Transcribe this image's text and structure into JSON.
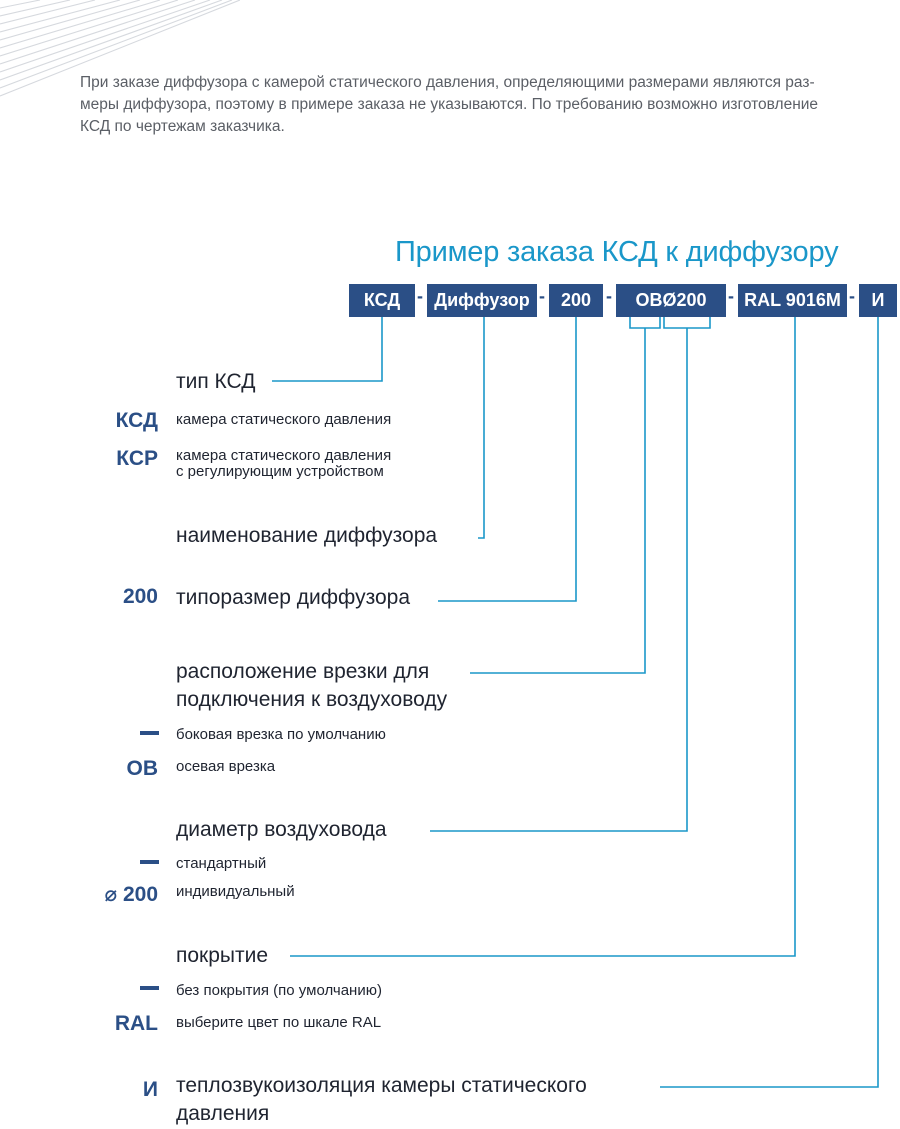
{
  "intro": {
    "line1": "При заказе диффузора с камерой статического давления, определяющими размерами являются раз-",
    "line2": "меры диффузора, поэтому в примере заказа не указываются. По требованию возможно изготовление",
    "line3": "КСД по чертежам заказчика."
  },
  "order": {
    "title": "Пример заказа КСД к диффузору",
    "codes": [
      "КСД",
      "Диффузор",
      "200",
      "ОВØ200",
      "RAL 9016M",
      "И"
    ],
    "separator": "-"
  },
  "sections": {
    "type": {
      "heading": "тип КСД",
      "options": [
        {
          "code": "КСД",
          "line1": "камера статического давления"
        },
        {
          "code": "КСР",
          "line1": "камера статического давления",
          "line2": "с регулирующим устройством"
        }
      ]
    },
    "name": {
      "heading": "наименование диффузора"
    },
    "size": {
      "code": "200",
      "heading": "типоразмер диффузора"
    },
    "inlet": {
      "heading_line1": "расположение врезки для",
      "heading_line2": "подключения к воздуховоду",
      "options": [
        {
          "code": "—",
          "text": "боковая врезка по умолчанию"
        },
        {
          "code": "ОВ",
          "text": "осевая врезка"
        }
      ]
    },
    "diameter": {
      "heading": "диаметр воздуховода",
      "options": [
        {
          "code": "—",
          "text": "стандартный"
        },
        {
          "code": "⌀ 200",
          "text": "индивидуальный"
        }
      ]
    },
    "coating": {
      "heading": "покрытие",
      "options": [
        {
          "code": "—",
          "text": "без покрытия (по умолчанию)"
        },
        {
          "code": "RAL",
          "text": "выберите цвет по шкале RAL"
        }
      ]
    },
    "insulation": {
      "code": "И",
      "heading_line1": "теплозвукоизоляция камеры статического",
      "heading_line2": "давления"
    }
  },
  "colors": {
    "accent_blue": "#1a97c9",
    "navy": "#2b4f86",
    "text": "#1f2430",
    "muted_text": "#5b5f66"
  }
}
